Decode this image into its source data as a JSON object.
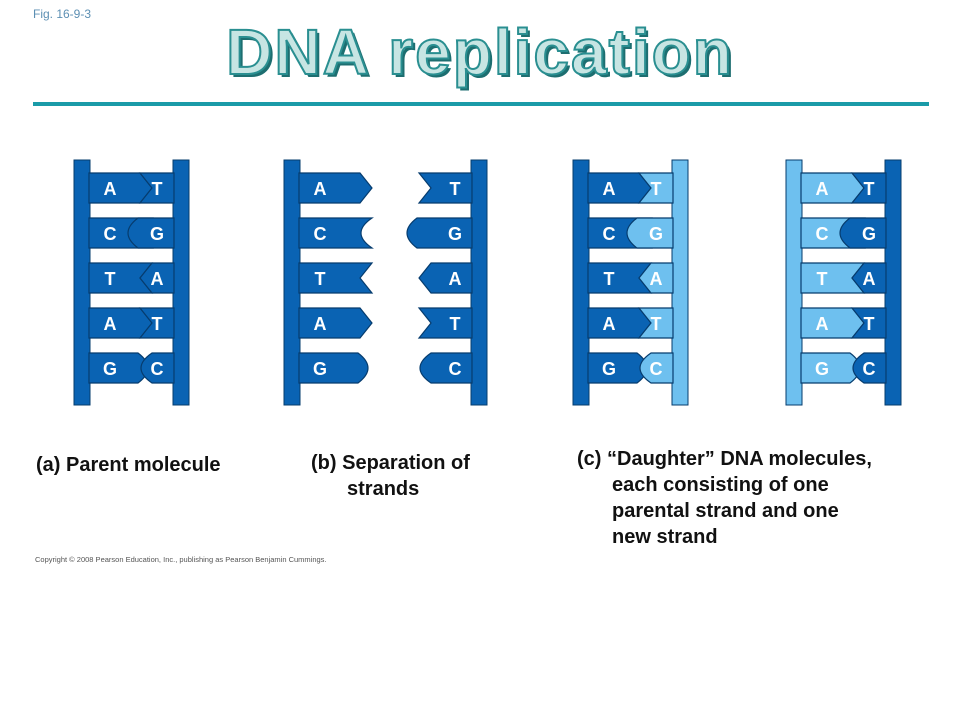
{
  "figure_label": "Fig. 16-9-3",
  "title": "DNA replication",
  "colors": {
    "parental_strand": "#0a63b3",
    "parental_outline": "#063c6e",
    "new_strand": "#6ec0ef",
    "title_fill": "#c7e5e3",
    "title_stroke": "#2a8f91",
    "rule": "#1a9ba8"
  },
  "panels": [
    {
      "id": "a",
      "caption_marker": "(a)",
      "caption_lines": [
        "Parent molecule"
      ],
      "left_strand": {
        "type": "parental",
        "bases": [
          "A",
          "C",
          "T",
          "A",
          "G"
        ]
      },
      "right_strand": {
        "type": "parental",
        "bases": [
          "T",
          "G",
          "A",
          "T",
          "C"
        ]
      }
    },
    {
      "id": "b",
      "caption_marker": "(b)",
      "caption_lines": [
        "Separation of",
        "strands"
      ],
      "left_strand": {
        "type": "parental",
        "bases": [
          "A",
          "C",
          "T",
          "A",
          "G"
        ]
      },
      "right_strand": {
        "type": "parental",
        "bases": [
          "T",
          "G",
          "A",
          "T",
          "C"
        ]
      }
    },
    {
      "id": "c1",
      "left_strand": {
        "type": "parental",
        "bases": [
          "A",
          "C",
          "T",
          "A",
          "G"
        ]
      },
      "right_strand": {
        "type": "new",
        "bases": [
          "T",
          "G",
          "A",
          "T",
          "C"
        ]
      }
    },
    {
      "id": "c2",
      "left_strand": {
        "type": "new",
        "bases": [
          "A",
          "C",
          "T",
          "A",
          "G"
        ]
      },
      "right_strand": {
        "type": "parental",
        "bases": [
          "T",
          "G",
          "A",
          "T",
          "C"
        ]
      }
    }
  ],
  "caption_c": {
    "marker": "(c)",
    "lines": [
      "“Daughter” DNA molecules,",
      "each consisting of one",
      "parental strand and one",
      "new strand"
    ]
  },
  "copyright": "Copyright © 2008 Pearson Education, Inc., publishing as Pearson Benjamin Cummings."
}
